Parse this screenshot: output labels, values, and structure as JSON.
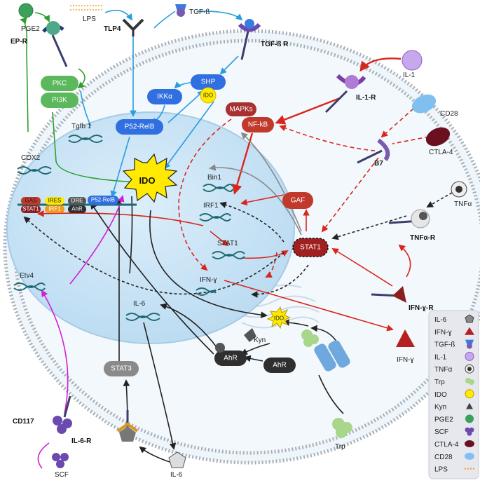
{
  "receptors": {
    "ep_r": "EP-R",
    "tlp4": "TLP4",
    "tgfb_r": "TGF-ß R",
    "il1_r": "IL-1-R",
    "b7": "B7",
    "tnfa_r": "TNFα-R",
    "ifng_r": "IFN-ɣ-R",
    "cd117": "CD117",
    "il6_r": "IL-6-R"
  },
  "ligands": {
    "pge2": "PGE2",
    "lps": "LPS",
    "tgfb": "TGF-ß",
    "il1": "IL-1",
    "cd28": "CD28",
    "ctla4": "CTLA-4",
    "tnfa": "TNFα",
    "ifng": "IFN-ɣ",
    "scf": "SCF",
    "il6": "IL-6",
    "trp": "Trp"
  },
  "cytoplasm": {
    "pkc": "PKC",
    "pi3k": "PI3K",
    "ikka": "IKKα",
    "shp": "SHP",
    "ido_small": "IDO",
    "mapks": "MAPKs",
    "nfkb": "NF-kB",
    "gaf": "GAF",
    "stat1": "STAT1",
    "stat3": "STAT3",
    "ahr_out": "AhR",
    "ahr_in": "AhR",
    "kyn": "Kyn",
    "ido_cyto": "IDO"
  },
  "nucleus": {
    "tgfb1": "Tgfb 1",
    "p52relb": "P52-RelB",
    "cox2": "COX2",
    "bin1": "Bin1",
    "irf1_gene": "IRF1",
    "stat1_gene": "STAT1",
    "ifng_gene": "IFN-ɣ",
    "etv4": "Etv4",
    "il6_gene": "IL-6",
    "ido_center": "IDO",
    "promoter": {
      "gas": "GAS",
      "stat1": "STAT1",
      "ires": "IRES",
      "irf1": "IRF1",
      "dre": "DRE",
      "ahr": "AhR",
      "p52relb": "P52-RelB"
    }
  },
  "legend": {
    "items": [
      "IL-6",
      "IFN-ɣ",
      "TGF-ß",
      "IL-1",
      "TNFα",
      "Trp",
      "IDO",
      "Kyn",
      "PGE2",
      "SCF",
      "CTLA-4",
      "CD28",
      "LPS"
    ]
  },
  "colors": {
    "green_pill": "#5cb85c",
    "blue_pill": "#2f6fe0",
    "red_pill": "#a83030",
    "dark_pill": "#2f2f2f",
    "gray_pill": "#8a8a8a",
    "ido_yellow": "#ffea00",
    "nucleus": "#cfe6f7",
    "cell": "#e8f3fb",
    "membrane": "#b0b8c2"
  }
}
